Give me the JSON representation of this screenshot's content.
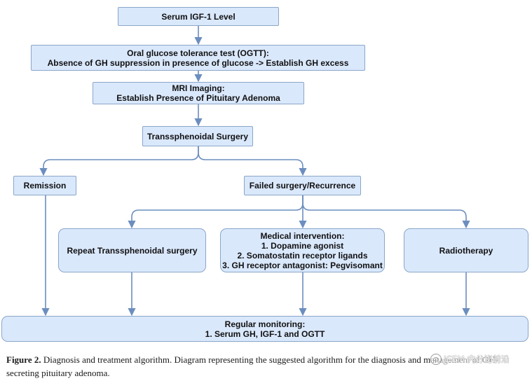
{
  "nodes": {
    "serum_igf1": {
      "lines": [
        "Serum IGF-1 Level"
      ]
    },
    "ogtt": {
      "lines": [
        "Oral glucose tolerance test (OGTT):",
        "Absence of GH suppression in presence of glucose -> Establish GH excess"
      ]
    },
    "mri": {
      "lines": [
        "MRI Imaging:",
        "Establish Presence of Pituitary Adenoma"
      ]
    },
    "surgery": {
      "lines": [
        "Transsphenoidal Surgery"
      ]
    },
    "remission": {
      "lines": [
        "Remission"
      ]
    },
    "failed": {
      "lines": [
        "Failed surgery/Recurrence"
      ]
    },
    "repeat_surgery": {
      "lines": [
        "Repeat Transsphenoidal surgery"
      ]
    },
    "medical": {
      "lines": [
        "Medical intervention:",
        "1. Dopamine agonist",
        "2. Somatostatin receptor ligands",
        "3. GH receptor antagonist: Pegvisomant"
      ]
    },
    "radiotherapy": {
      "lines": [
        "Radiotherapy"
      ]
    },
    "monitoring": {
      "lines": [
        "Regular monitoring:",
        "1. Serum GH, IGF-1 and OGTT"
      ]
    }
  },
  "edges": [
    {
      "from": "serum_igf1",
      "to": "ogtt"
    },
    {
      "from": "ogtt",
      "to": "mri"
    },
    {
      "from": "mri",
      "to": "surgery"
    },
    {
      "from": "surgery",
      "to": "remission"
    },
    {
      "from": "surgery",
      "to": "failed"
    },
    {
      "from": "failed",
      "to": "repeat_surgery"
    },
    {
      "from": "failed",
      "to": "medical"
    },
    {
      "from": "failed",
      "to": "radiotherapy"
    },
    {
      "from": "remission",
      "to": "monitoring"
    },
    {
      "from": "repeat_surgery",
      "to": "monitoring"
    },
    {
      "from": "medical",
      "to": "monitoring"
    },
    {
      "from": "radiotherapy",
      "to": "monitoring"
    }
  ],
  "caption": {
    "label": "Figure 2.",
    "text": " Diagnosis and treatment algorithm. Diagram representing the suggested algorithm for the diagnosis and management of GH-secreting pituitary adenoma."
  },
  "watermark": {
    "text": "JCEM 内分泌前沿"
  },
  "colors": {
    "box_fill": "#dae8fc",
    "box_border": "#8aa6c8",
    "edge": "#6c8ebf"
  }
}
